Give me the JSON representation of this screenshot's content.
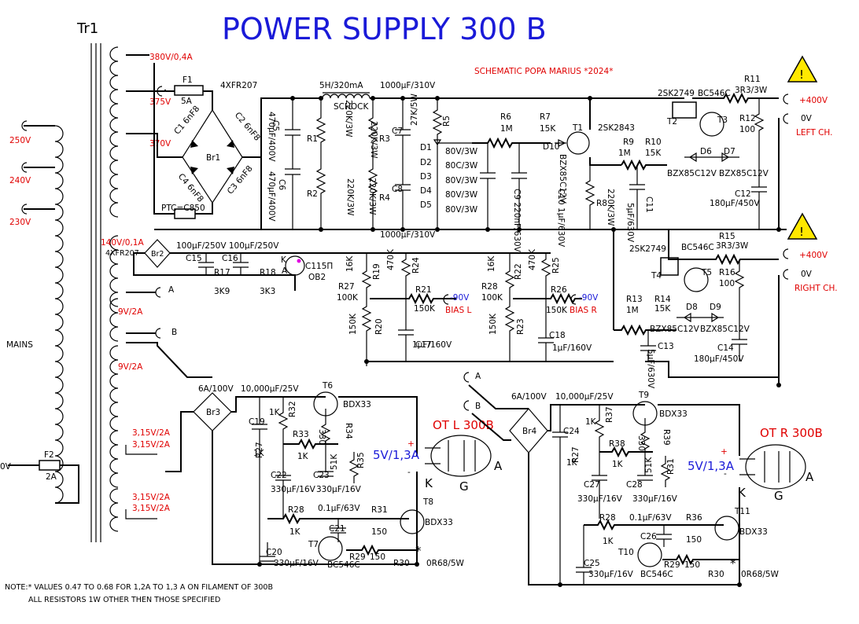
{
  "title": "POWER SUPPLY 300 B",
  "author": "SCHEMATIC POPA MARIUS *2024*",
  "transformer": {
    "name": "Tr1",
    "primary": [
      "250V",
      "240V",
      "230V",
      "0V"
    ],
    "mains_label": "MAINS",
    "fuse_f2": {
      "ref": "F2",
      "value": "2A"
    },
    "secondary_hv": [
      "380V/0,4A",
      "375V",
      "370V"
    ],
    "secondary_bias": "140V/0,1A",
    "secondary_9v": [
      "9V/2A",
      "9V/2A"
    ],
    "secondary_fil": [
      "3,15V/2A",
      "3,15V/2A",
      "3,15V/2A",
      "3,15V/2A"
    ]
  },
  "hv_supply": {
    "f1": {
      "ref": "F1",
      "value": "5A"
    },
    "bridge": "Br1",
    "diodes": "4XFR207",
    "caps_bridge": [
      "C1 6nF8",
      "C2 6nF8",
      "C3 6nF8",
      "C4 6nF8"
    ],
    "ptc": "PTC=C850",
    "c5": {
      "ref": "C5",
      "value": "470µF/400V"
    },
    "c6": {
      "ref": "C6",
      "value": "470µF/400V"
    },
    "r1": {
      "ref": "R1",
      "value": "220K/3W"
    },
    "r2": {
      "ref": "R2",
      "value": "220K/3W"
    },
    "choke": {
      "value": "5H/320mA",
      "name": "SCHOCK"
    },
    "cap_pair_top": "1000µF/310V",
    "cap_pair_bottom": "1000µF/310V",
    "r3": {
      "ref": "R3",
      "value": "220K/3W"
    },
    "r4": {
      "ref": "R4",
      "value": "220K/3W"
    },
    "c7": "C7",
    "c8": "C8",
    "r5": {
      "ref": "R5",
      "value": "27K/5W"
    },
    "zeners": [
      {
        "ref": "D1",
        "value": "80V/3W"
      },
      {
        "ref": "D2",
        "value": "80C/3W"
      },
      {
        "ref": "D3",
        "value": "80V/3W"
      },
      {
        "ref": "D4",
        "value": "80V/3W"
      },
      {
        "ref": "D5",
        "value": "80V/3W"
      }
    ],
    "r6": {
      "ref": "R6",
      "value": "1M"
    },
    "c9": {
      "ref": "C9",
      "value": "220nF/630V"
    },
    "c10": {
      "ref": "C10",
      "value": "1µF/630V"
    },
    "r7": {
      "ref": "R7",
      "value": "15K"
    },
    "d10": {
      "ref": "D10",
      "value": "BZX85C12V"
    },
    "t1": {
      "ref": "T1",
      "value": "2SK2843"
    },
    "r8": {
      "ref": "R8",
      "value": "220K/3W"
    }
  },
  "left_ch": {
    "t2": {
      "ref": "T2",
      "value": "2SK2749"
    },
    "t3": {
      "ref": "T3",
      "value": "BC546C"
    },
    "r11": {
      "ref": "R11",
      "value": "3R3/3W"
    },
    "r12": {
      "ref": "R12",
      "value": "100"
    },
    "r9": {
      "ref": "R9",
      "value": "1M"
    },
    "c_r9": "5µF/630V",
    "c11": "C11",
    "r10": {
      "ref": "R10",
      "value": "15K"
    },
    "d6": "D6",
    "d7": "D7",
    "zener": "BZX85C12V",
    "zener2": "BZX85C12V",
    "c12": {
      "ref": "C12",
      "value": "180µF/450V"
    },
    "out_plus": "+400V",
    "out_zero": "0V",
    "label": "LEFT CH."
  },
  "right_ch": {
    "t4": {
      "ref": "T4",
      "value": "2SK2749"
    },
    "t5": {
      "ref": "T5",
      "value": "BC546C"
    },
    "r15": {
      "ref": "R15",
      "value": "3R3/3W"
    },
    "r16": {
      "ref": "R16",
      "value": "100"
    },
    "r13": {
      "ref": "R13",
      "value": "1M"
    },
    "c13": {
      "ref": "C13",
      "value": "5µF/630V"
    },
    "r14": {
      "ref": "R14",
      "value": "15K"
    },
    "d8": "D8",
    "d9": "D9",
    "zener": "BZX85C12V",
    "zener2": "BZX85C12V",
    "c14": {
      "ref": "C14",
      "value": "180µF/450V"
    },
    "out_plus": "+400V",
    "out_zero": "0V",
    "label": "RIGHT CH."
  },
  "bias": {
    "diodes": "4XFR207",
    "bridge": "Br2",
    "caps": "100µF/250V 100µF/250V",
    "c15": "C15",
    "c16": "C16",
    "r17": {
      "ref": "R17",
      "value": "3K9"
    },
    "r18": {
      "ref": "R18",
      "value": "3K3"
    },
    "tube": {
      "k": "K",
      "a": "A",
      "name": "C115П",
      "type": "OB2"
    },
    "r19": {
      "ref": "R19",
      "value": "16K"
    },
    "r24": {
      "ref": "R24",
      "value": "470K"
    },
    "r27": {
      "ref": "R27",
      "value": "100K"
    },
    "r20": {
      "ref": "R20",
      "value": "150K"
    },
    "r21": {
      "ref": "R21",
      "value": "150K"
    },
    "out_l": "-90V",
    "label_l": "BIAS L",
    "c17": {
      "ref": "C17",
      "value": "1µF/160V"
    },
    "r22": {
      "ref": "R22",
      "value": "16K"
    },
    "r25": {
      "ref": "R25",
      "value": "470K"
    },
    "r28": {
      "ref": "R28",
      "value": "100K"
    },
    "r23": {
      "ref": "R23",
      "value": "150K"
    },
    "r26": {
      "ref": "R26",
      "value": "150K"
    },
    "out_r": "-90V",
    "label_r": "BIAS R",
    "c18": {
      "ref": "C18",
      "value": "1µF/160V"
    }
  },
  "fil_left": {
    "terminal_a": "A",
    "terminal_b": "B",
    "bridge": "Br3",
    "bridge_rating": "6A/100V",
    "cap_main": "10,000µF/25V",
    "c19": "C19",
    "r32": {
      "ref": "R32",
      "value": "1K"
    },
    "r27": {
      "ref": "R27",
      "value": "1K"
    },
    "r33": {
      "ref": "R33",
      "value": "1K"
    },
    "r34": {
      "ref": "R34",
      "value": "330"
    },
    "r35": {
      "ref": "R35",
      "value": "51K"
    },
    "c22": {
      "ref": "C22",
      "value": "330µF/16V"
    },
    "c23": {
      "ref": "C23",
      "value": "330µF/16V"
    },
    "t6": {
      "ref": "T6",
      "value": "BDX33"
    },
    "tube": {
      "name": "OT L 300B",
      "voltage": "5V/1,3A",
      "plus": "+",
      "minus": "-",
      "k": "K",
      "g": "G",
      "a": "A"
    },
    "r28": {
      "ref": "R28",
      "value": "1K"
    },
    "c21": {
      "ref": "C21",
      "value": "0.1µF/63V"
    },
    "r31": {
      "ref": "R31",
      "value": "150"
    },
    "t8": {
      "ref": "T8",
      "value": "BDX33"
    },
    "t7": {
      "ref": "T7",
      "value": "BC546C"
    },
    "r29": {
      "ref": "R29",
      "value": "150"
    },
    "r30": {
      "ref": "R30",
      "value": "0R68/5W"
    },
    "c20": {
      "ref": "C20",
      "value": "330µF/16V"
    },
    "star": "*"
  },
  "fil_right": {
    "terminal_a": "A",
    "terminal_b": "B",
    "bridge": "Br4",
    "bridge_rating": "6A/100V",
    "cap_main": "10,000µF/25V",
    "c24": "C24",
    "r37": {
      "ref": "R37",
      "value": "1K"
    },
    "r27": {
      "ref": "R27",
      "value": "1K"
    },
    "r38": {
      "ref": "R38",
      "value": "1K"
    },
    "r39": {
      "ref": "R39",
      "value": "330"
    },
    "r31": {
      "ref": "R31",
      "value": "51K"
    },
    "c27": {
      "ref": "C27",
      "value": "330µF/16V"
    },
    "c28": {
      "ref": "C28",
      "value": "330µF/16V"
    },
    "t9": {
      "ref": "T9",
      "value": "BDX33"
    },
    "tube": {
      "name": "OT R 300B",
      "voltage": "5V/1,3A",
      "plus": "+",
      "minus": "-",
      "k": "K",
      "g": "G",
      "a": "A"
    },
    "r28": {
      "ref": "R28",
      "value": "1K"
    },
    "c26": {
      "ref": "C26",
      "value": "0.1µF/63V"
    },
    "r36": {
      "ref": "R36",
      "value": "150"
    },
    "t11": {
      "ref": "T11",
      "value": "BDX33"
    },
    "t10": {
      "ref": "T10",
      "value": "BC546C"
    },
    "r29": {
      "ref": "R29",
      "value": "150"
    },
    "r30": {
      "ref": "R30",
      "value": "0R68/5W"
    },
    "c25": {
      "ref": "C25",
      "value": "330µF/16V"
    },
    "star": "*"
  },
  "warning": {
    "symbol": "!"
  },
  "notes": [
    "NOTE:* VALUES 0.47 TO 0.68 FOR 1,2A TO 1,3 A ON FILAMENT OF 300B",
    "ALL RESISTORS 1W  OTHER THEN THOSE SPECIFIED"
  ],
  "colors": {
    "title": "#1a1ad8",
    "red_labels": "#e00000",
    "warning_fill": "#ffe800"
  }
}
